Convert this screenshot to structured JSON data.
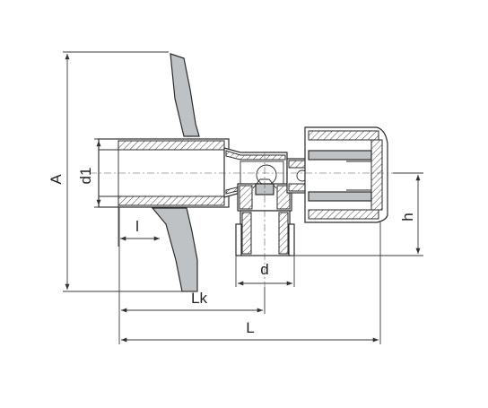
{
  "labels": {
    "A": "A",
    "d1": "d1",
    "l": "l",
    "Lk": "Lk",
    "L": "L",
    "d": "d",
    "h": "h"
  }
}
